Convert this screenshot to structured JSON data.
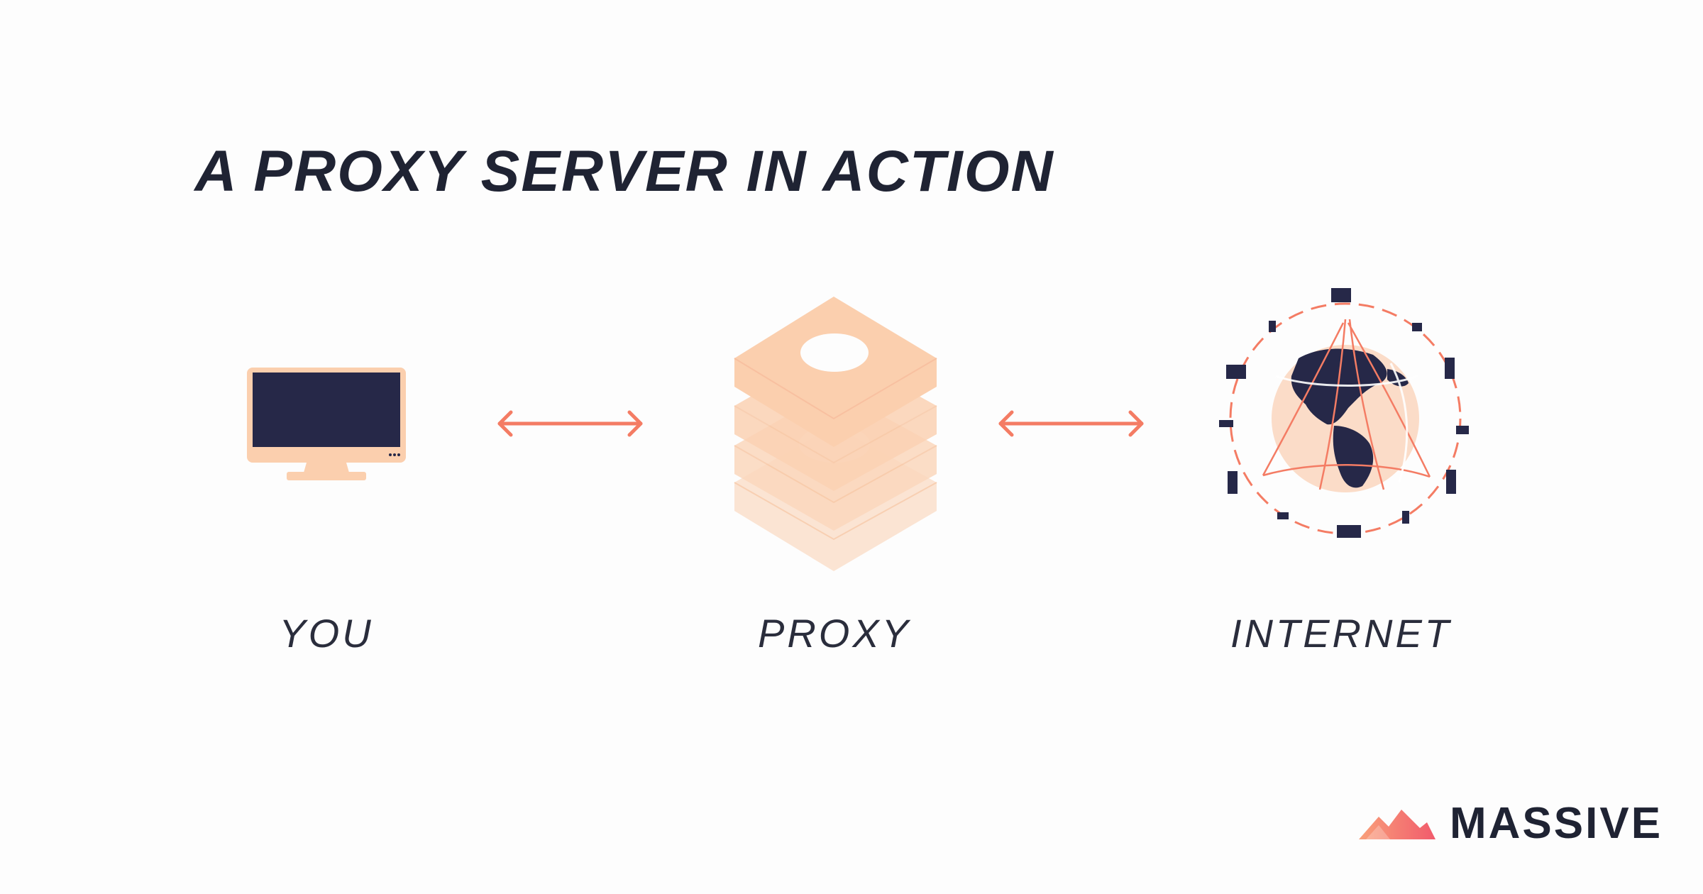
{
  "title": "A PROXY SERVER IN ACTION",
  "nodes": [
    {
      "label": "YOU",
      "icon": "monitor-icon"
    },
    {
      "label": "PROXY",
      "icon": "server-stack-icon"
    },
    {
      "label": "INTERNET",
      "icon": "globe-network-icon"
    }
  ],
  "connections": [
    {
      "from": "YOU",
      "to": "PROXY",
      "direction": "bidirectional"
    },
    {
      "from": "PROXY",
      "to": "INTERNET",
      "direction": "bidirectional"
    }
  ],
  "brand": {
    "name": "MASSIVE",
    "icon": "mountain-logo-icon"
  },
  "colors": {
    "title": "#1f2333",
    "accent": "#f47c64",
    "peach": "#fbcfae",
    "navy": "#262848",
    "background": "#fdfdfd"
  }
}
